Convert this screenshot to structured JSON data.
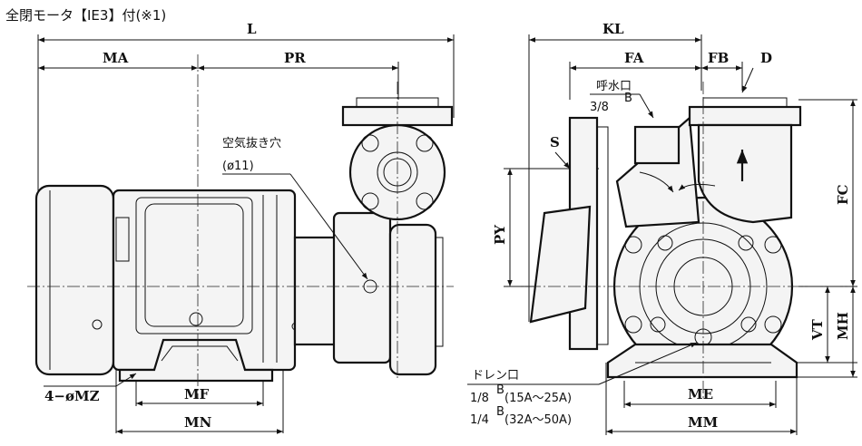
{
  "title": "全閉モータ【IE3】付(※1)",
  "side_view": {
    "dims": {
      "L": "L",
      "MA": "MA",
      "PR": "PR",
      "MF": "MF",
      "MN": "MN",
      "MZ": "4−øMZ"
    },
    "vent_label": "空気抜き穴",
    "vent_size": "(ø11)"
  },
  "front_view": {
    "dims": {
      "KL": "KL",
      "FA": "FA",
      "FB": "FB",
      "D": "D",
      "S": "S",
      "PY": "PY",
      "FC": "FC",
      "VT": "VT",
      "MH": "MH",
      "ME": "ME",
      "MM": "MM"
    },
    "priming_label": "呼水口",
    "priming_size": "3/8",
    "priming_sup": "B",
    "drain_label": "ドレン口",
    "drain_small_size": "1/8",
    "drain_small_sup": "B",
    "drain_small_range": "(15A～25A)",
    "drain_large_size": "1/4",
    "drain_large_sup": "B",
    "drain_large_range": "(32A～50A)"
  }
}
